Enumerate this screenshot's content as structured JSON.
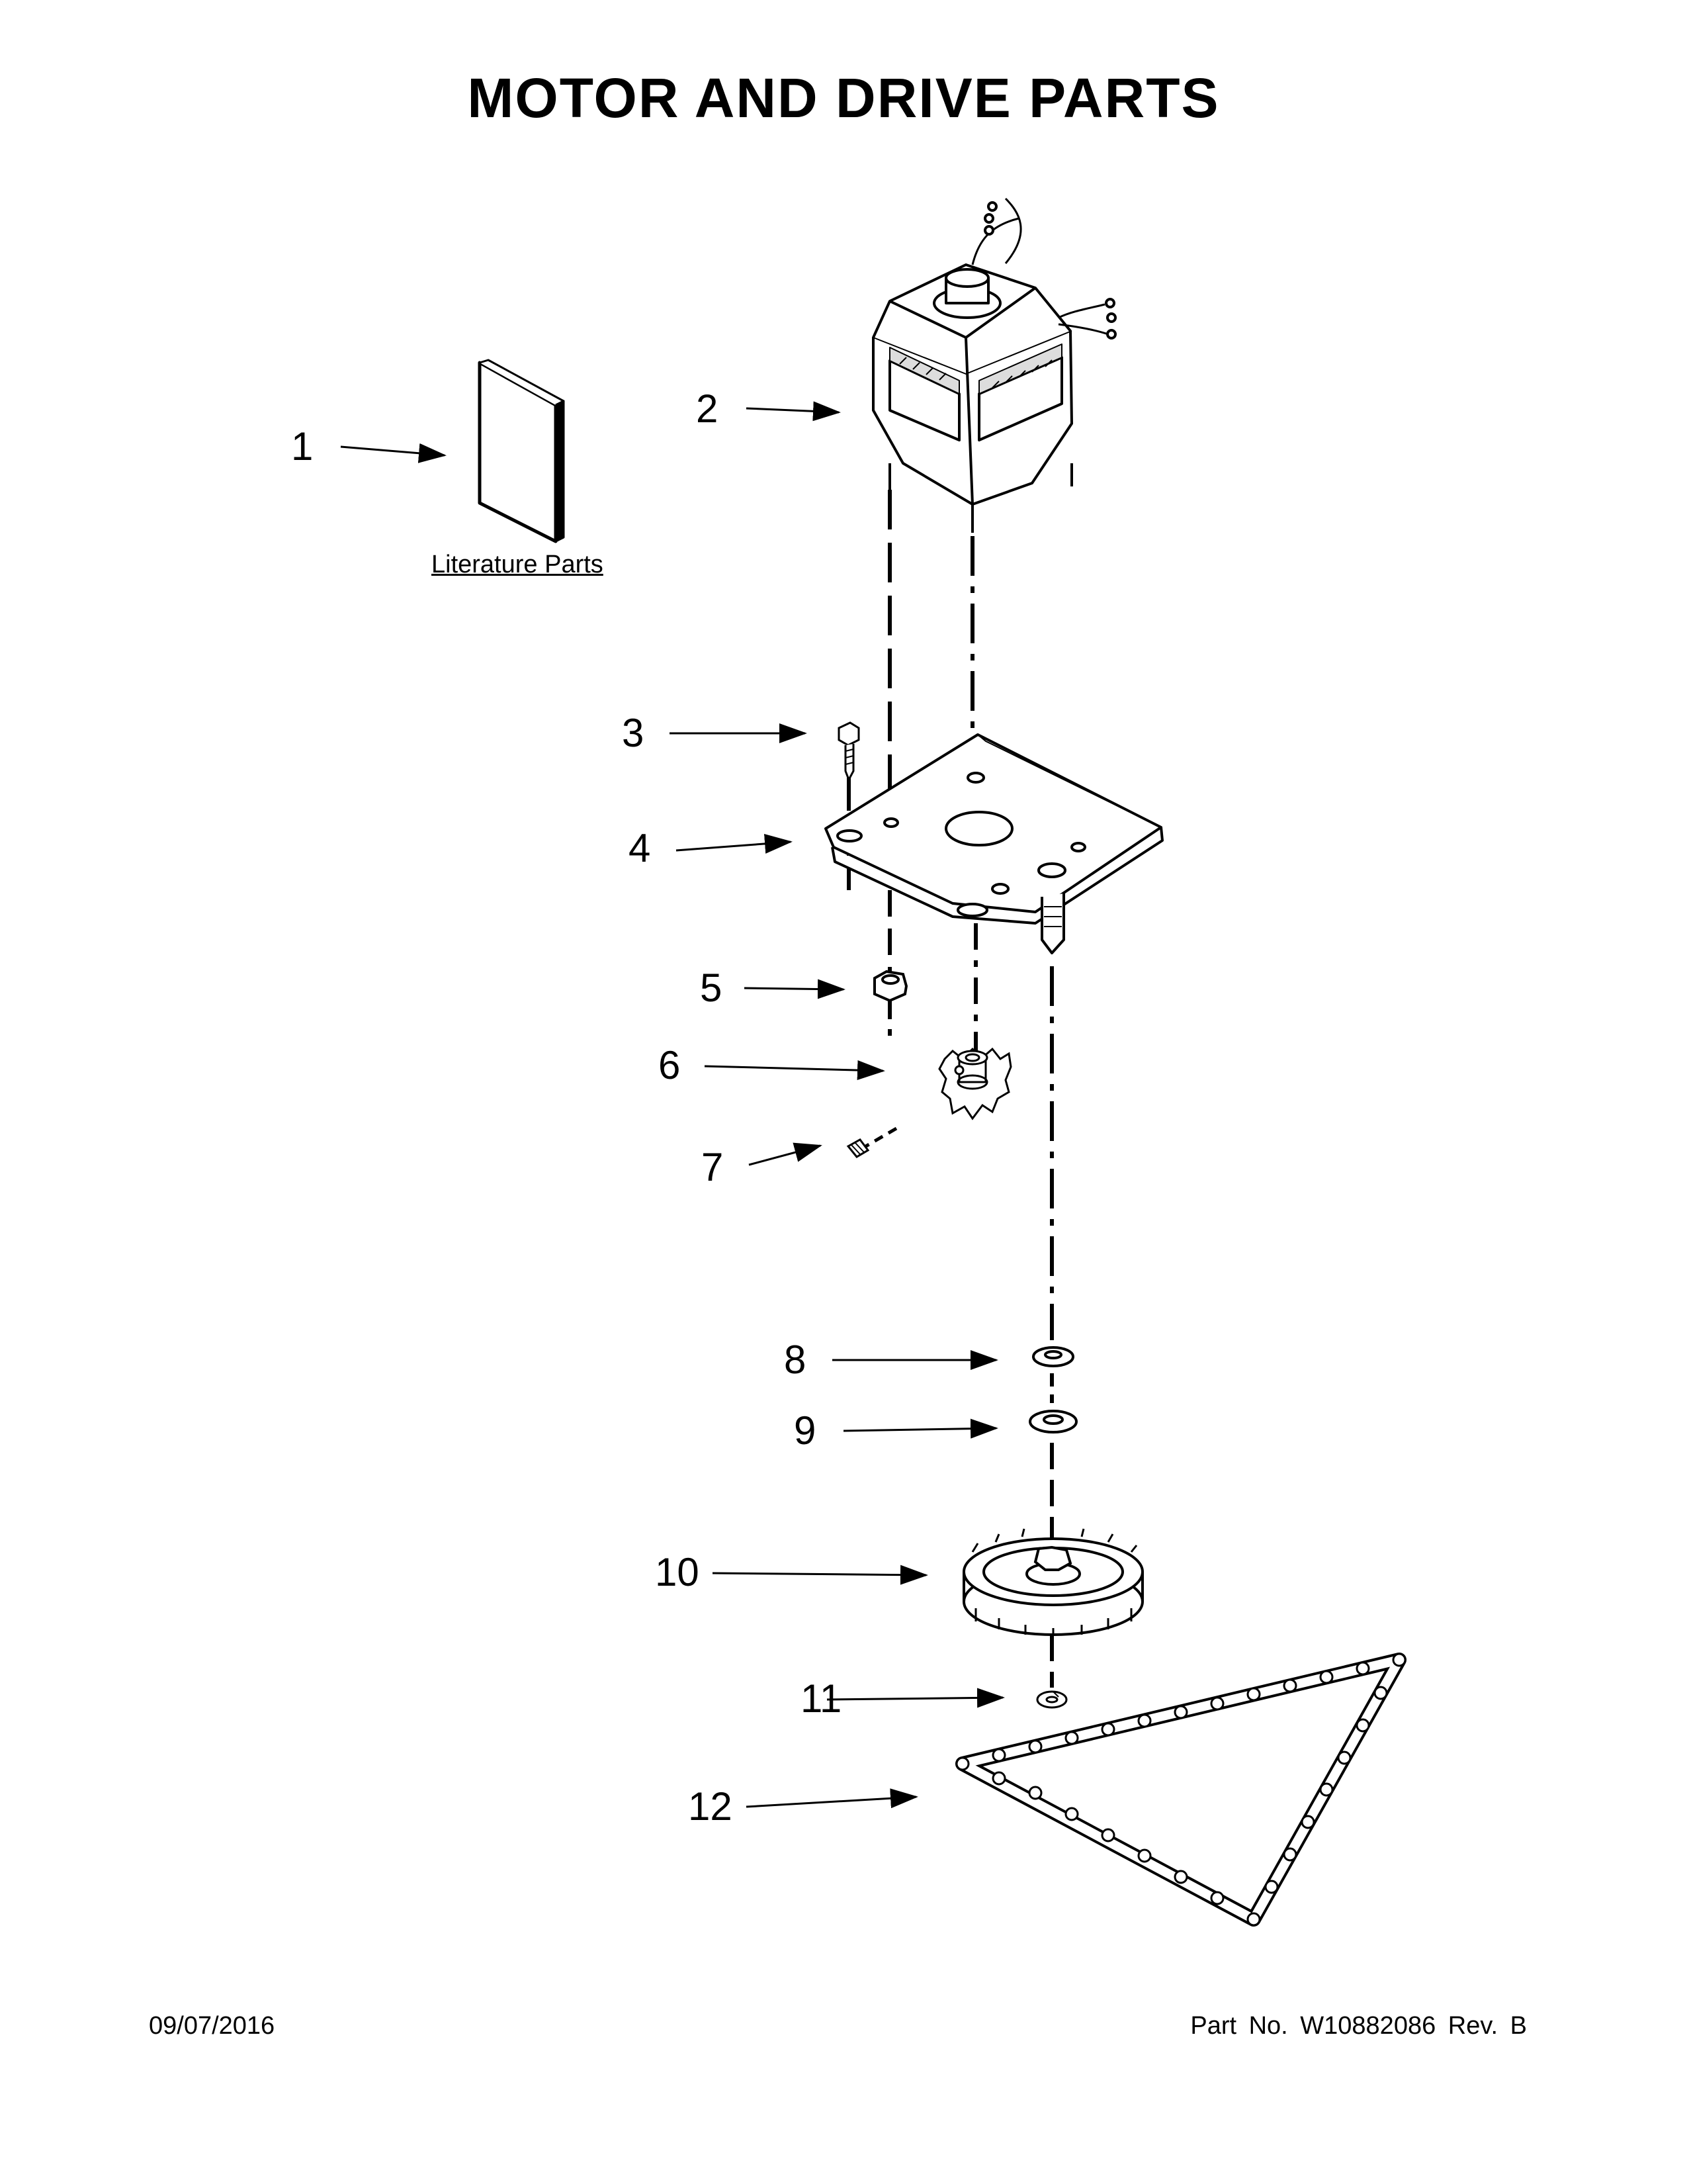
{
  "title": "MOTOR AND DRIVE PARTS",
  "literature_link": "Literature Parts",
  "callouts": [
    {
      "num": "1",
      "part": "literature"
    },
    {
      "num": "2",
      "part": "motor"
    },
    {
      "num": "3",
      "part": "screw"
    },
    {
      "num": "4",
      "part": "motor-bracket"
    },
    {
      "num": "5",
      "part": "nut"
    },
    {
      "num": "6",
      "part": "drive-gear"
    },
    {
      "num": "7",
      "part": "set-screw"
    },
    {
      "num": "8",
      "part": "washer"
    },
    {
      "num": "9",
      "part": "washer"
    },
    {
      "num": "10",
      "part": "sprocket-gear"
    },
    {
      "num": "11",
      "part": "retaining-ring"
    },
    {
      "num": "12",
      "part": "drive-chain"
    }
  ],
  "footer": {
    "date": "09/07/2016",
    "part_no": "Part No.  W10882086  Rev.  B"
  }
}
